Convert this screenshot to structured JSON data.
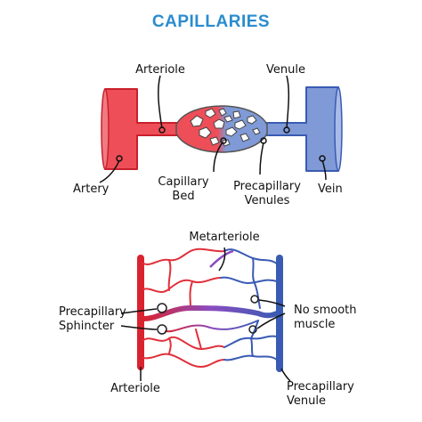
{
  "title": "CAPILLARIES",
  "colors": {
    "artery": "#ee4e58",
    "artery_dark": "#c8202c",
    "vein": "#7f9ad6",
    "vein_dark": "#3a5bb4",
    "mixed": "#8a4cc0",
    "title": "#2a8ccf"
  },
  "top_diagram": {
    "labels": {
      "arteriole": "Arteriole",
      "venule": "Venule",
      "artery": "Artery",
      "capillary_bed_1": "Capillary",
      "capillary_bed_2": "Bed",
      "precapillary_venules_1": "Precapillary",
      "precapillary_venules_2": "Venules",
      "vein": "Vein"
    }
  },
  "bottom_diagram": {
    "labels": {
      "metarteriole": "Metarteriole",
      "precapillary_sphincter_1": "Precapillary",
      "precapillary_sphincter_2": "Sphincter",
      "no_smooth_muscle_1": "No smooth",
      "no_smooth_muscle_2": "muscle",
      "arteriole": "Arteriole",
      "precapillary_venule_1": "Precapillary",
      "precapillary_venule_2": "Venule"
    }
  }
}
